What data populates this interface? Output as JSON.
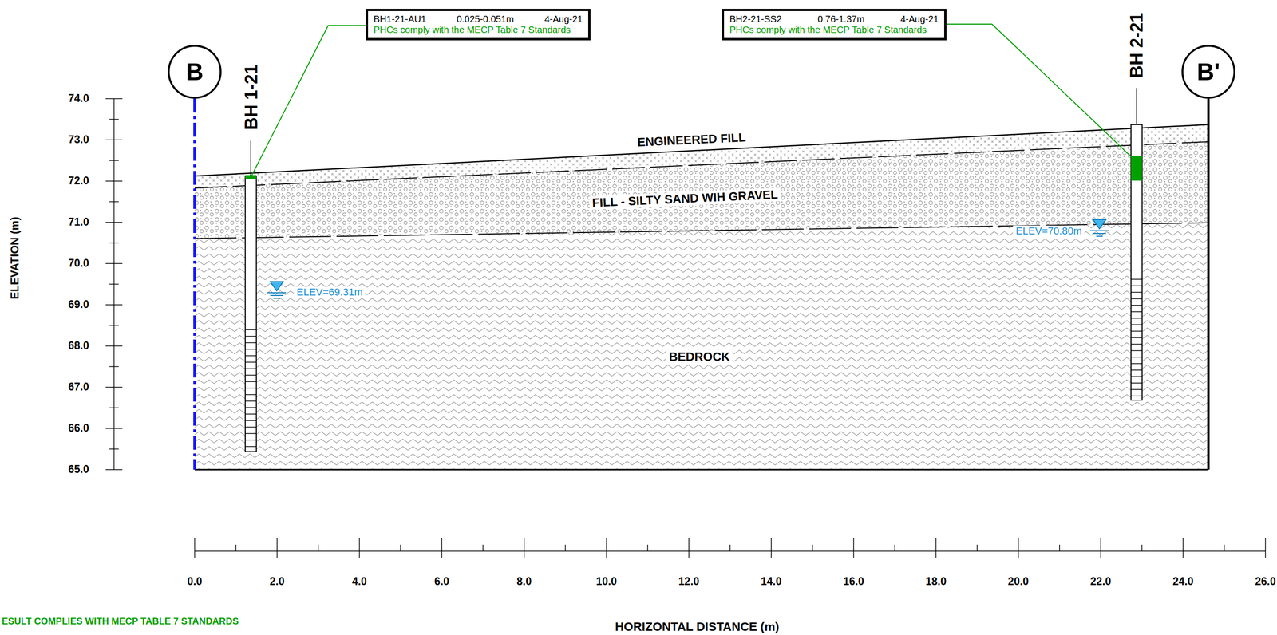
{
  "diagram": {
    "nodes": [
      {
        "text": [
          "B"
        ]
      },
      {
        "text": [
          "B'"
        ]
      },
      {
        "text": [
          "BH1-21-AU1",
          "0.025-0.051m",
          "4-Aug-21",
          "PHCs comply with the MECP Table 7 Standards"
        ]
      },
      {
        "text": [
          "BH2-21-SS2",
          "0.76-1.37m",
          "4-Aug-21",
          "PHCs comply with the MECP Table 7 Standards"
        ]
      }
    ],
    "edges": [],
    "labels": [
      "74.0",
      "73.0",
      "72.0",
      "71.0",
      "70.0",
      "69.0",
      "68.0",
      "67.0",
      "66.0",
      "65.0",
      "0.0",
      "2.0",
      "4.0",
      "6.0",
      "8.0",
      "10.0",
      "12.0",
      "14.0",
      "16.0",
      "18.0",
      "20.0",
      "22.0",
      "24.0",
      "26.0",
      "ELEVATION (m)",
      "HORIZONTAL DISTANCE (m)",
      "ENGINEERED FILL",
      "FILL - SILTY SAND WIH GRAVEL",
      "BEDROCK",
      "ELEV=69.31m",
      "ELEV=70.80m",
      "BH 1-21",
      "BH 2-21",
      "ESULT COMPLIES WITH MECP TABLE 7 STANDARDS"
    ]
  }
}
